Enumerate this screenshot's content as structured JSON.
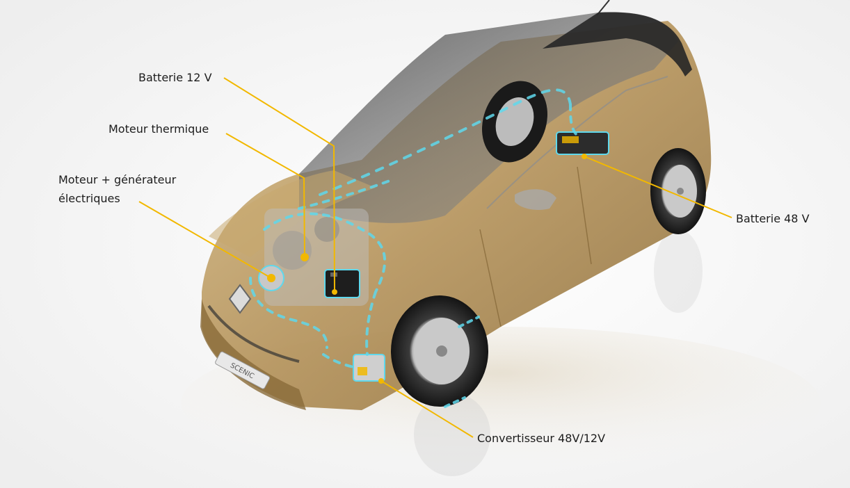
{
  "callouts": {
    "battery_12v": "Batterie 12 V",
    "thermal_engine": "Moteur thermique",
    "motor_generator_line1": "Moteur + générateur",
    "motor_generator_line2": "électriques",
    "battery_48v": "Batterie 48 V",
    "converter": "Convertisseur 48V/12V"
  },
  "badge": {
    "model": "SCENIC"
  },
  "colors": {
    "leader_line": "#f2b800",
    "energy_flow": "#5fd8ec",
    "body_gold": "#b6955a",
    "roof_dark": "#2a2a2a",
    "label_text": "#1c1c1c"
  }
}
